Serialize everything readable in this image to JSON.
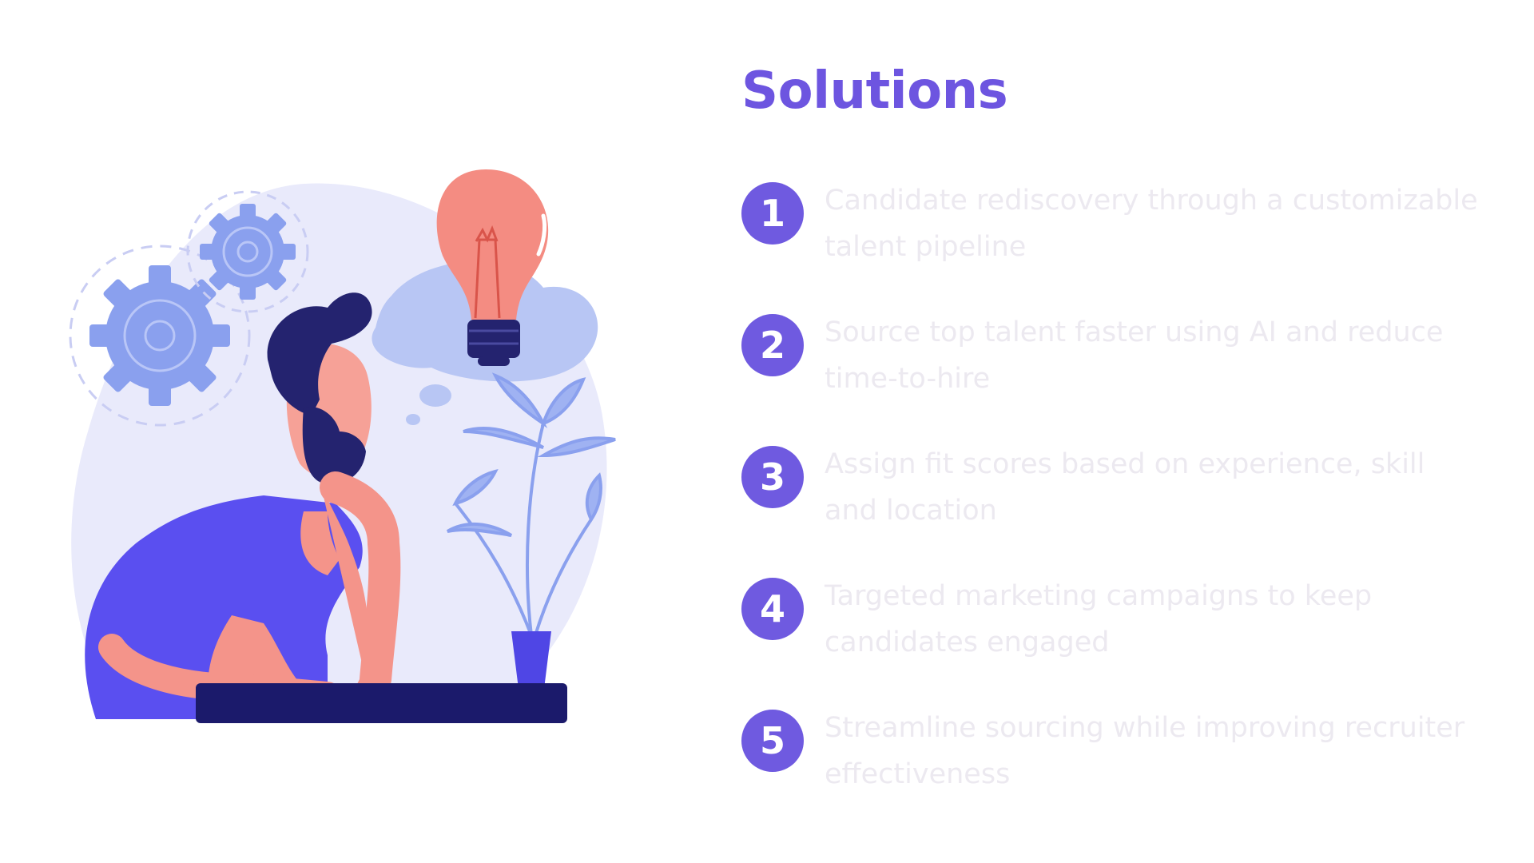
{
  "slide": {
    "title": "Solutions",
    "accent_color": "#6f5ae0",
    "illustration": "person-thinking-with-lightbulb-and-gears",
    "items": [
      {
        "number": "1",
        "text": "Candidate rediscovery through a customizable talent pipeline"
      },
      {
        "number": "2",
        "text": "Source top talent faster using AI and reduce time-to-hire"
      },
      {
        "number": "3",
        "text": "Assign fit scores based on experience, skill and location"
      },
      {
        "number": "4",
        "text": "Targeted marketing campaigns to keep candidates engaged"
      },
      {
        "number": "5",
        "text": "Streamline sourcing while improving recruiter effectiveness"
      }
    ]
  }
}
